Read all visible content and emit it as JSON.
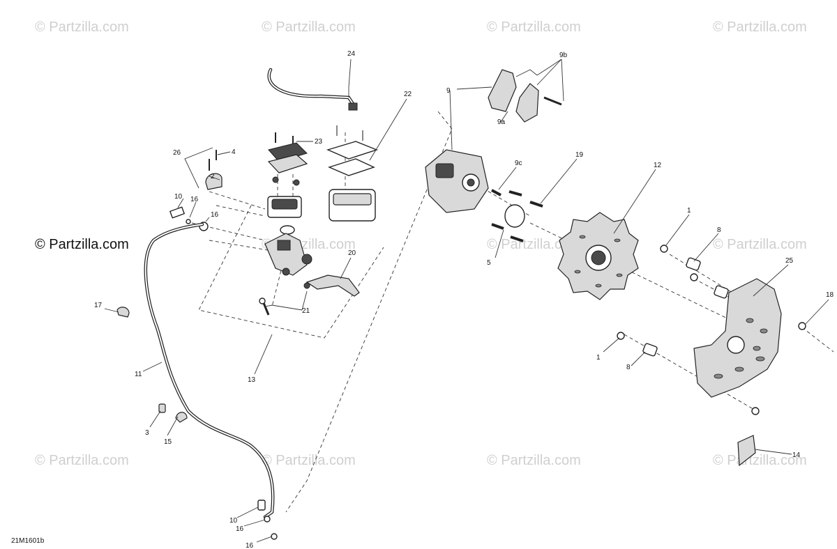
{
  "figure_id": "21M1601b",
  "watermark": {
    "faded_text": "© Partzilla.com",
    "main_text": "© Partzilla.com"
  },
  "callouts": {
    "c1a": "1",
    "c1b": "1",
    "c2": "2",
    "c3": "3",
    "c4": "4",
    "c5": "5",
    "c8a": "8",
    "c8b": "8",
    "c9": "9",
    "c9a": "9a",
    "c9b": "9b",
    "c9c": "9c",
    "c10a": "10",
    "c10b": "10",
    "c11": "11",
    "c12": "12",
    "c13": "13",
    "c14": "14",
    "c15": "15",
    "c16a": "16",
    "c16b": "16",
    "c16c": "16",
    "c16d": "16",
    "c17": "17",
    "c18": "18",
    "c19": "19",
    "c20": "20",
    "c21": "21",
    "c22": "22",
    "c23": "23",
    "c24": "24",
    "c25": "25",
    "c26": "26"
  }
}
